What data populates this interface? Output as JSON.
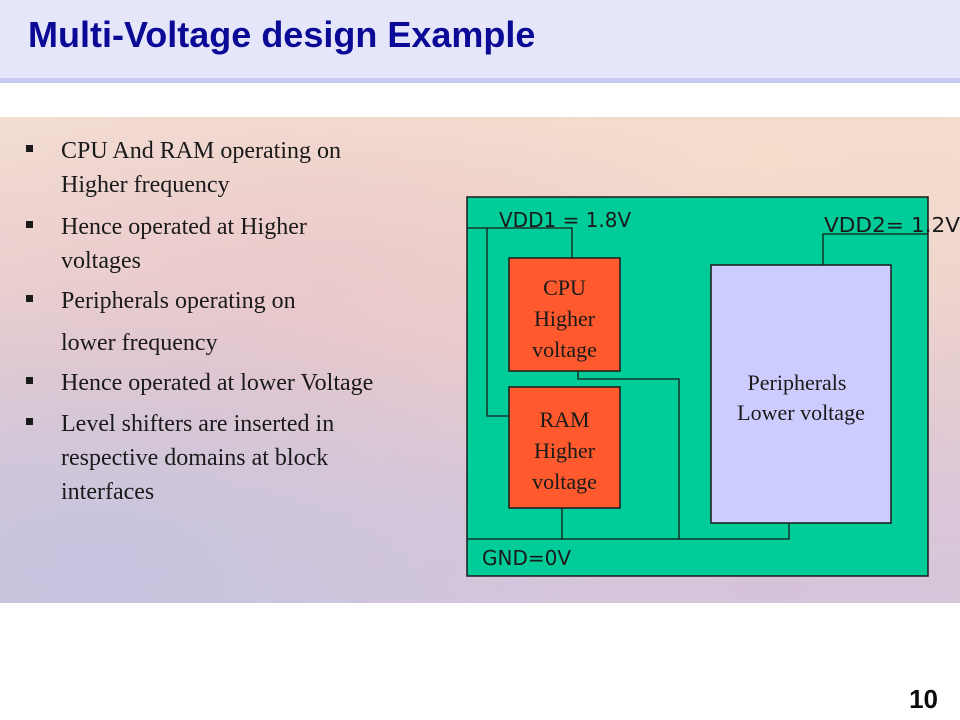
{
  "slide": {
    "title": "Multi-Voltage design Example",
    "number": "10"
  },
  "bullets": [
    {
      "lines": [
        "CPU And RAM operating on",
        "Higher frequency"
      ]
    },
    {
      "lines": [
        "Hence operated at Higher",
        "voltages"
      ]
    },
    {
      "lines": [
        "Peripherals operating on",
        "lower frequency"
      ]
    },
    {
      "lines": [
        "Hence operated at lower Voltage"
      ]
    },
    {
      "lines": [
        "Level shifters are inserted in",
        "respective domains at block",
        "interfaces"
      ]
    }
  ],
  "diagram": {
    "vdd1_label": "VDD1 = 1.8V",
    "vdd2_label": "VDD2= 1.2V",
    "gnd_label": "GND=0V",
    "cpu_lines": [
      "CPU",
      "Higher",
      "voltage"
    ],
    "ram_lines": [
      "RAM",
      "Higher",
      "voltage"
    ],
    "peripherals_lines": [
      "Peripherals",
      "Lower voltage"
    ],
    "colors": {
      "background": "#00cc99",
      "high_voltage_block": "#ff5a2d",
      "low_voltage_block": "#ccccff"
    }
  }
}
